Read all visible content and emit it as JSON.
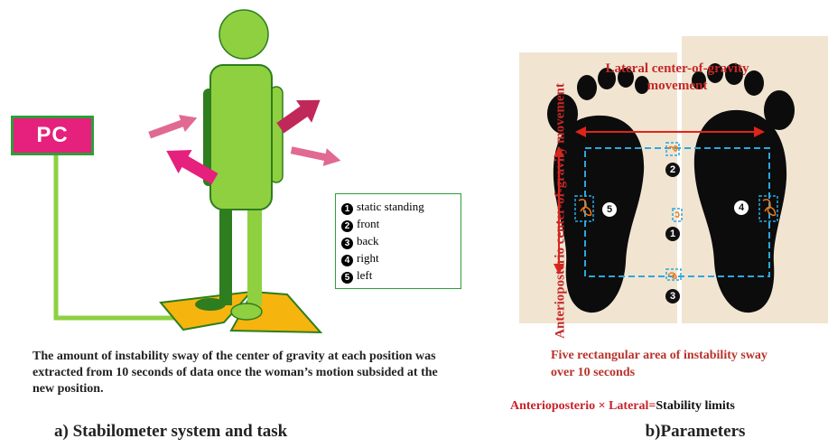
{
  "pc_label": "PC",
  "legend": [
    {
      "num": "1",
      "label": "static standing"
    },
    {
      "num": "2",
      "label": "front"
    },
    {
      "num": "3",
      "label": "back"
    },
    {
      "num": "4",
      "label": "right"
    },
    {
      "num": "5",
      "label": "left"
    }
  ],
  "caption": "The amount of instability sway of the center of gravity at each position was extracted from 10 seconds of data once the woman’s motion subsided at the new position.",
  "title_a": "a) Stabilometer system and task",
  "title_b": "b)Parameters",
  "lateral_label": "Lateral center-of-gravity movement",
  "ap_label": "Anterioposterio center-of-gravity movement",
  "five_rect_text": "Five rectangular area of instability sway over 10 seconds",
  "stability": {
    "part1": "Anterioposterio",
    "times": "×",
    "part2": "Lateral=",
    "part3": "Stability limits"
  },
  "foot_numbers": {
    "n1": "1",
    "n2": "2",
    "n3": "3",
    "n4": "4",
    "n5": "5"
  },
  "colors": {
    "green": "#8ed040",
    "dark_green": "#2e7d1e",
    "pink": "#e6207d",
    "orange": "#f6b40e",
    "red": "#c62828",
    "blue": "#2aa8e0"
  }
}
